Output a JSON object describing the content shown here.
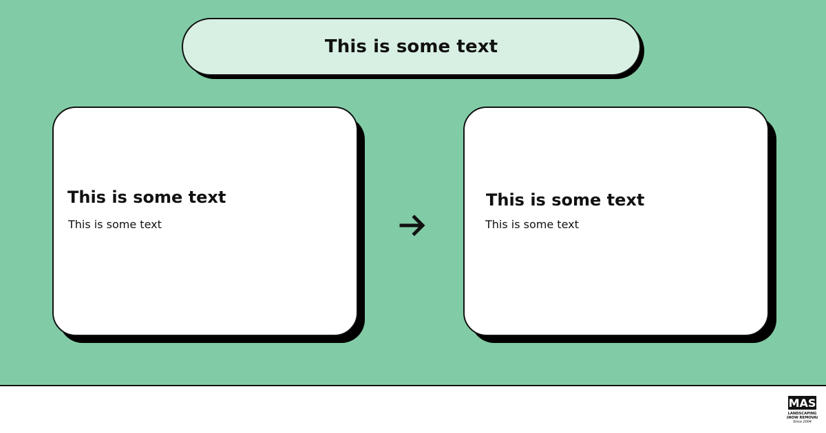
{
  "header": {
    "title": "This is some text"
  },
  "cards": [
    {
      "heading": "This is some text",
      "body": "This is some text"
    },
    {
      "heading": "This is some text",
      "body": "This is some text"
    }
  ],
  "icons": {
    "arrow": "arrow-right-icon",
    "logo": "company-logo-icon"
  },
  "brand": {
    "logo_text": "MAS",
    "logo_subtext_1": "LANDSCAPING",
    "logo_subtext_2": "SNOW REMOVAL",
    "logo_subtext_3": "Since 2004"
  },
  "colors": {
    "background": "#81cca6",
    "pill": "#d8f0e3",
    "card": "#ffffff",
    "border": "#111111",
    "shadow": "#000000"
  }
}
